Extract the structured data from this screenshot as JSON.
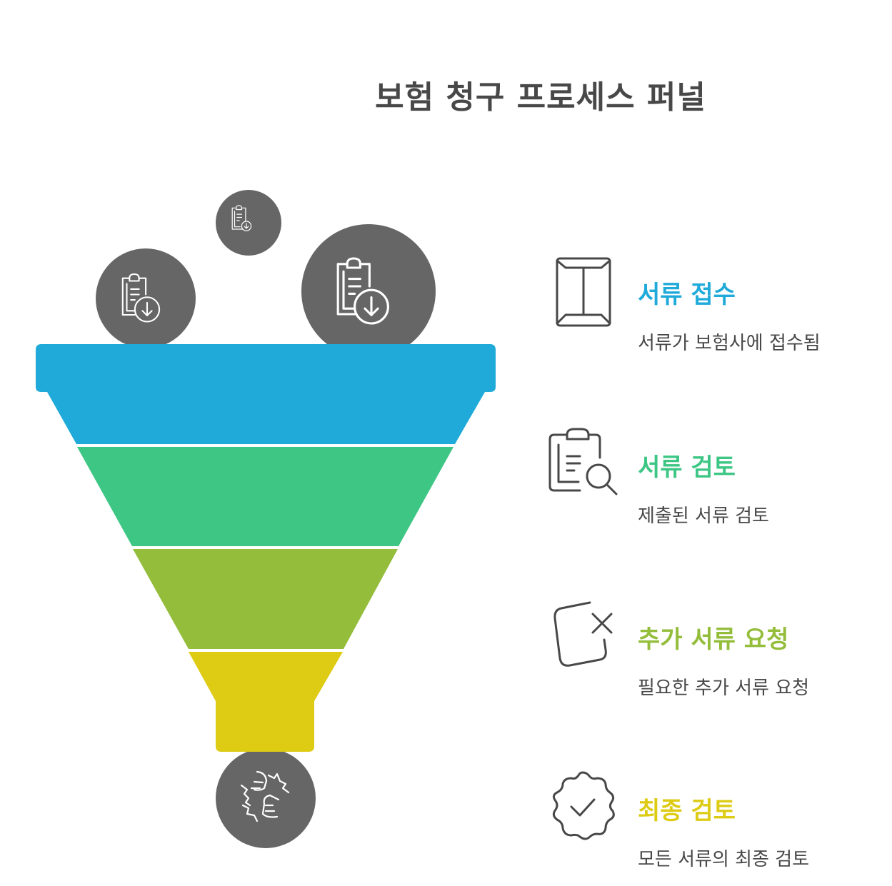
{
  "title": "보험 청구 프로세스 퍼널",
  "colors": {
    "title": "#484848",
    "circle": "#666666",
    "icon_stroke": "#484848",
    "stage1": "#1FAAD9",
    "stage2": "#3DC684",
    "stage3": "#93BD3A",
    "stage4": "#DDCB14"
  },
  "funnel": {
    "input_icons": [
      {
        "name": "clipboard-download-icon",
        "size": "small"
      },
      {
        "name": "clipboard-download-icon",
        "size": "medium"
      },
      {
        "name": "clipboard-download-icon",
        "size": "large"
      }
    ],
    "output_icon": "handshake-icon"
  },
  "steps": [
    {
      "icon": "envelope-icon",
      "heading": "서류 접수",
      "description": "서류가 보험사에 접수됨",
      "color": "#1FAAD9"
    },
    {
      "icon": "clipboard-search-icon",
      "heading": "서류 검토",
      "description": "제출된 서류 검토",
      "color": "#3DC684"
    },
    {
      "icon": "cancel-box-icon",
      "heading": "추가 서류 요청",
      "description": "필요한 추가 서류 요청",
      "color": "#93BD3A"
    },
    {
      "icon": "verified-badge-icon",
      "heading": "최종 검토",
      "description": "모든 서류의 최종 검토",
      "color": "#DDCB14"
    }
  ]
}
